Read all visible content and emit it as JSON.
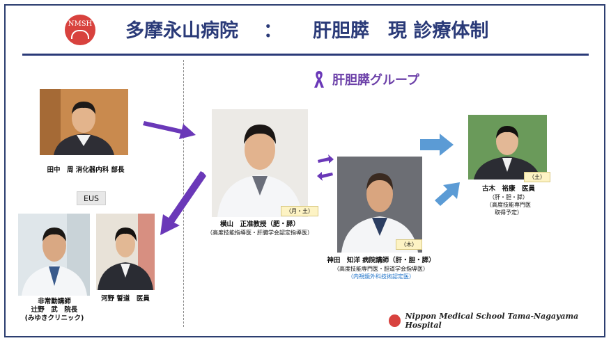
{
  "header": {
    "logo_text": "NMSH",
    "hospital": "多摩永山病院",
    "separator": "：",
    "subtitle": "肝胆膵　現 診療体制"
  },
  "group_label": "肝胆膵グループ",
  "left": {
    "tanaka": {
      "name_line": "田中　周 消化器内科 部長"
    },
    "eus_label": "EUS",
    "tsujino": {
      "line1": "非常勤講師",
      "line2": "辻野　武　院長",
      "line3": "(みゆきクリニック)"
    },
    "kawano": {
      "name_line": "河野 誓道　医員"
    }
  },
  "center": {
    "yokoyama": {
      "day": "（月・土）",
      "name_line": "横山　正准教授（肥・膵）",
      "credential": "（高度技能指導医・肝臓学会認定指導医）"
    },
    "kanda": {
      "day": "（木）",
      "name_line": "神田　知洋 病院講師（肝・胆・膵）",
      "credential": "（高度技能専門医・胆道学会指導医）",
      "credential2": "（内視鏡外科技術認定医）"
    }
  },
  "right": {
    "furuki": {
      "day": "（土）",
      "name_line": "古木　裕康　医員",
      "specialty": "（肝・胆・膵）",
      "credential": "（高度技能専門医",
      "credential2": "取得予定）"
    }
  },
  "footer": {
    "institution": "Nippon Medical School Tama-Nagayama Hospital"
  },
  "colors": {
    "navy": "#2a3a78",
    "purple": "#6a38b8",
    "blue_arrow": "#5b9bd5",
    "logo_red": "#d8423e"
  }
}
